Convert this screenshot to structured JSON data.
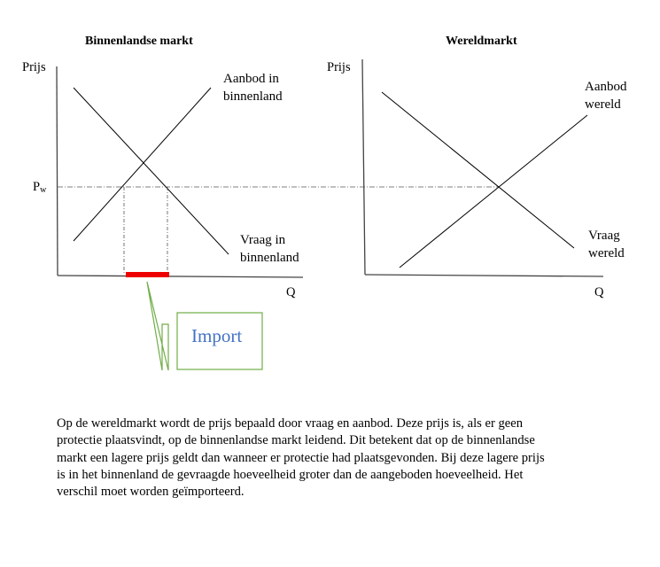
{
  "diagram": {
    "left_panel": {
      "title": "Binnenlandse markt",
      "y_axis_label": "Prijs",
      "x_axis_label": "Q",
      "price_label_main": "P",
      "price_label_sub": "w",
      "supply_label": "Aanbod in\nbinnenland",
      "demand_label": "Vraag in\nbinnenland"
    },
    "right_panel": {
      "title": "Wereldmarkt",
      "y_axis_label": "Prijs",
      "x_axis_label": "Q",
      "supply_label": "Aanbod\nwereld",
      "demand_label": "Vraag\nwereld"
    },
    "callout": {
      "label": "Import"
    },
    "colors": {
      "import_bar": "#ee0000",
      "callout_border": "#70ad47",
      "callout_text": "#4472c4",
      "lines": "#000000"
    }
  },
  "paragraph": {
    "lines": [
      "Op de wereldmarkt wordt de prijs bepaald door vraag en aanbod. Deze prijs is, als er geen",
      "protectie plaatsvindt, op de binnenlandse markt leidend. Dit betekent dat op de binnenlandse",
      "markt een lagere prijs geldt dan wanneer er protectie had plaatsgevonden. Bij deze lagere prijs",
      "is in het binnenland de gevraagde hoeveelheid groter dan de aangeboden hoeveelheid. Het",
      "verschil moet worden geïmporteerd."
    ]
  }
}
